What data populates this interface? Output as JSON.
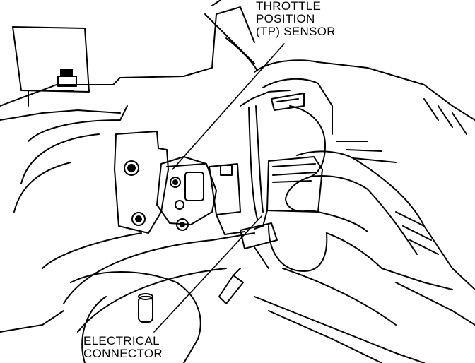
{
  "labels": {
    "tp_sensor": {
      "line1": "THROTTLE",
      "line2": "POSITION",
      "line3": "(TP) SENSOR"
    },
    "electrical_connector": {
      "line1": "ELECTRICAL",
      "line2": "CONNECTOR"
    }
  },
  "colors": {
    "ink": "#000000",
    "paper": "#ffffff"
  }
}
